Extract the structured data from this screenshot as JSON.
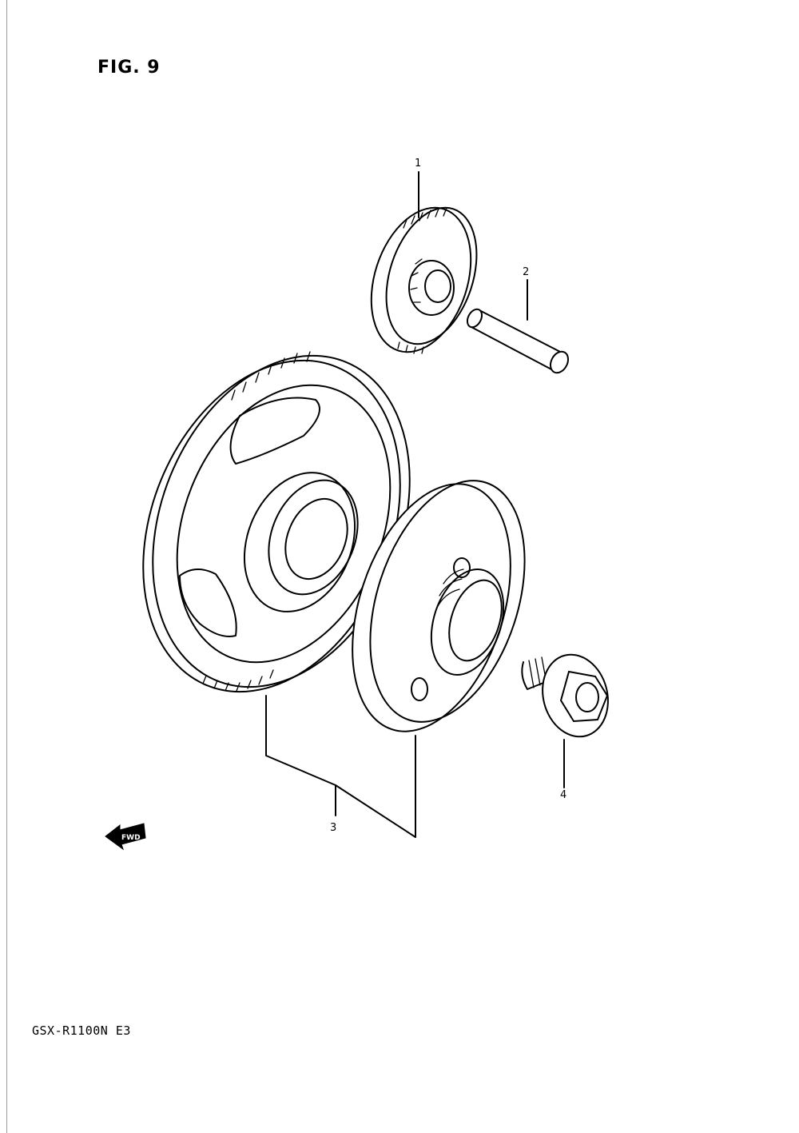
{
  "figure": {
    "title": "FIG. 9",
    "model_code": "GSX-R1100N E3"
  },
  "callouts": [
    "1",
    "2",
    "3",
    "4"
  ],
  "parts": [
    {
      "ref": "1",
      "part": "idle-gear-icon"
    },
    {
      "ref": "2",
      "part": "shaft-icon"
    },
    {
      "ref": "3",
      "part": "starter-clutch-assembly-icon"
    },
    {
      "ref": "4",
      "part": "flange-bolt-icon"
    }
  ],
  "direction_mark": {
    "label": "FWD",
    "icon": "fwd-arrow-icon"
  }
}
